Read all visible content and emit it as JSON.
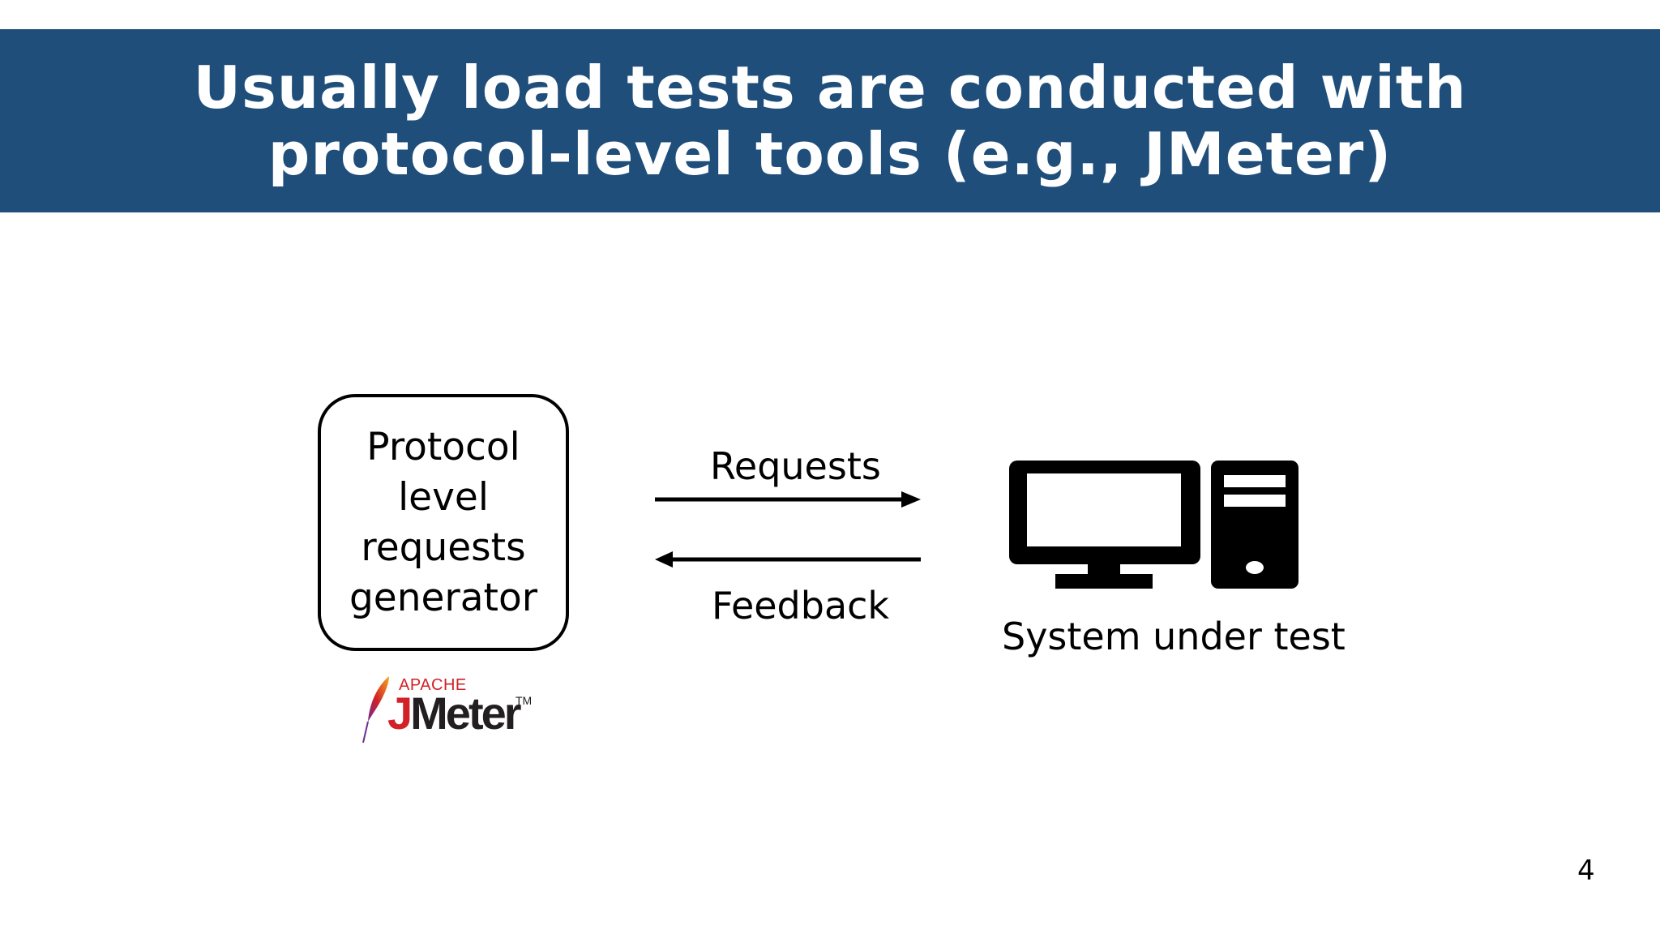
{
  "slide": {
    "title": "Usually load tests are conducted with\nprotocol-level tools (e.g., JMeter)",
    "page_number": "4"
  },
  "diagram": {
    "generator_label": "Protocol\nlevel\nrequests\ngenerator",
    "requests_label": "Requests",
    "feedback_label": "Feedback",
    "system_label": "System under test",
    "logo": {
      "apache": "APACHE",
      "j": "J",
      "meter": "Meter",
      "tm": "TM"
    }
  },
  "colors": {
    "title_band": "#1f4e7a",
    "logo_red": "#d22128"
  },
  "icons": [
    "computer-monitor-icon",
    "computer-tower-icon",
    "apache-feather-icon"
  ]
}
